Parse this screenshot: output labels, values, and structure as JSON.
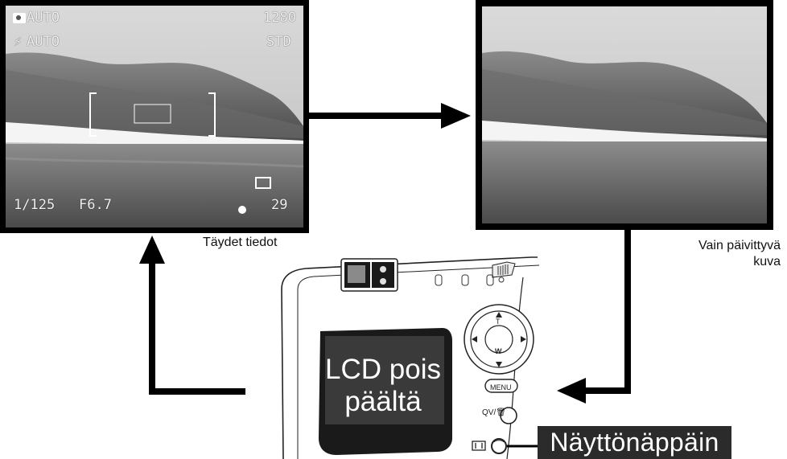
{
  "left_screen": {
    "mode_top": "AUTO",
    "mode_flash": "AUTO",
    "resolution": "1280",
    "quality": "STD",
    "shutter": "1/125",
    "aperture": "F6.7",
    "frames": "29",
    "caption": "Täydet tiedot"
  },
  "right_screen": {
    "caption_line1": "Vain päivittyvä",
    "caption_line2": "kuva"
  },
  "camera": {
    "lcd_line1": "LCD pois",
    "lcd_line2": "päältä",
    "menu_label": "MENU",
    "qv_label": "QV/🗑",
    "zoom_t": "T",
    "zoom_w": "W",
    "display_button_label": "Näyttönäppäin"
  },
  "colors": {
    "screen_frame": "#000000",
    "label_background": "#2b2b2b",
    "arrow": "#000000"
  }
}
